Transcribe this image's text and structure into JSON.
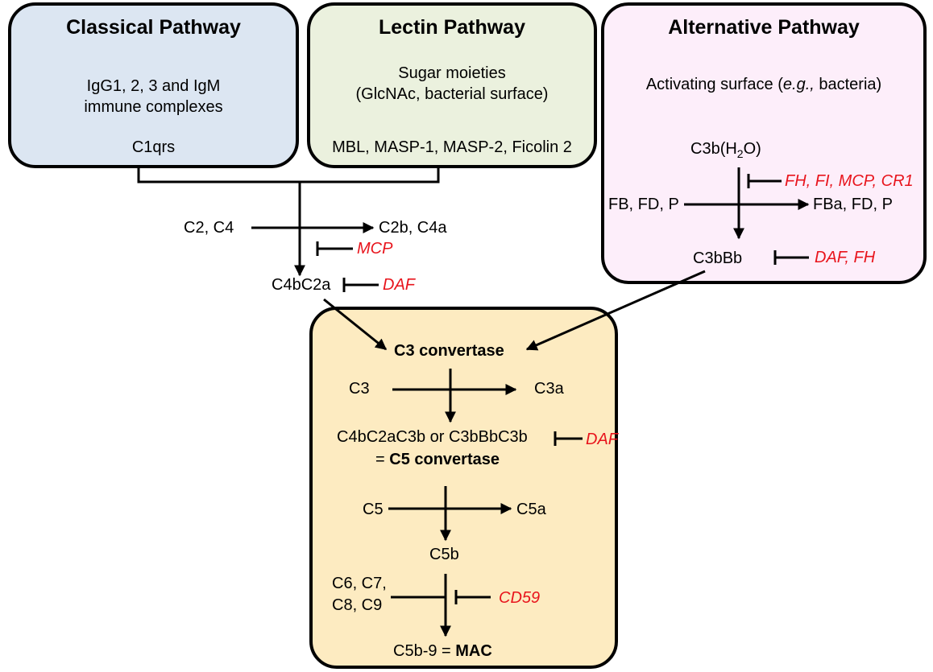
{
  "classical": {
    "title": "Classical Pathway",
    "line1": "IgG1, 2, 3 and IgM",
    "line2": "immune complexes",
    "enzyme": "C1qrs"
  },
  "lectin": {
    "title": "Lectin Pathway",
    "line1": "Sugar moieties",
    "line2": "(GlcNAc, bacterial surface)",
    "enzymes": "MBL, MASP-1, MASP-2, Ficolin 2"
  },
  "alternative": {
    "title": "Alternative Pathway",
    "surface_prefix": "Activating surface (",
    "surface_eg": "e.g.,",
    "surface_suffix": " bacteria)",
    "c3b_prefix": "C3b(H",
    "c3b_sub": "2",
    "c3b_suffix": "O)",
    "inhibitors1": "FH, FI, MCP, CR1",
    "reactants": "FB, FD, P",
    "products": "FBa, FD, P",
    "convertase": "C3bBb",
    "inhibitors2": "DAF, FH"
  },
  "common": {
    "reactants": "C2, C4",
    "products": "C2b, C4a",
    "inhibitor_mcp": "MCP",
    "convertase": "C4bC2a",
    "inhibitor_daf": "DAF"
  },
  "terminal": {
    "c3_convertase": "C3 convertase",
    "c3": "C3",
    "c3a": "C3a",
    "c5_conv_forms": "C4bC2aC3b or C3bBbC3b",
    "eq_prefix": "= ",
    "c5_convertase": "C5 convertase",
    "inhibitor_daf": "DAF",
    "c5": "C5",
    "c5a": "C5a",
    "c5b": "C5b",
    "c6c7": "C6, C7,",
    "c8c9": "C8, C9",
    "inhibitor_cd59": "CD59",
    "mac_prefix": "C5b-9 = ",
    "mac": "MAC"
  },
  "colors": {
    "classical_fill": "#dce6f2",
    "lectin_fill": "#ebf1de",
    "alternative_fill": "#fdeefa",
    "terminal_fill": "#fdebc1",
    "inhibitor_text": "#e8141c",
    "line": "#000000"
  }
}
